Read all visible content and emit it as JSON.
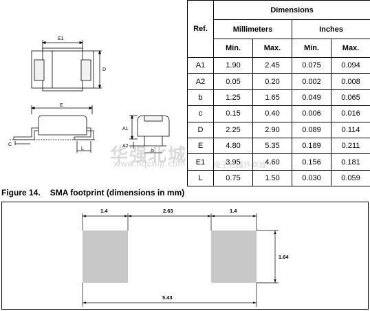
{
  "drawing": {
    "labels": {
      "E1": "E1",
      "D": "D",
      "E": "E",
      "A1": "A1",
      "A2": "A2",
      "C": "C",
      "L": "L",
      "b": "b"
    }
  },
  "table": {
    "header": {
      "ref": "Ref.",
      "dimensions": "Dimensions",
      "millimeters": "Millimeters",
      "inches": "Inches",
      "min": "Min.",
      "max": "Max."
    },
    "rows": [
      {
        "ref": "A1",
        "mm_min": "1.90",
        "mm_max": "2.45",
        "in_min": "0.075",
        "in_max": "0.094"
      },
      {
        "ref": "A2",
        "mm_min": "0.05",
        "mm_max": "0.20",
        "in_min": "0.002",
        "in_max": "0.008"
      },
      {
        "ref": "b",
        "mm_min": "1.25",
        "mm_max": "1.65",
        "in_min": "0.049",
        "in_max": "0.065"
      },
      {
        "ref": "c",
        "mm_min": "0.15",
        "mm_max": "0.40",
        "in_min": "0.006",
        "in_max": "0.016"
      },
      {
        "ref": "D",
        "mm_min": "2.25",
        "mm_max": "2.90",
        "in_min": "0.089",
        "in_max": "0.114"
      },
      {
        "ref": "E",
        "mm_min": "4.80",
        "mm_max": "5.35",
        "in_min": "0.189",
        "in_max": "0.211"
      },
      {
        "ref": "E1",
        "mm_min": "3.95",
        "mm_max": "4.60",
        "in_min": "0.156",
        "in_max": "0.181"
      },
      {
        "ref": "L",
        "mm_min": "0.75",
        "mm_max": "1.50",
        "in_min": "0.030",
        "in_max": "0.059"
      }
    ]
  },
  "watermark": {
    "brand": "华强北城",
    "url": "www.hqchip.com",
    "tagline": "电子元器件商城"
  },
  "figure": {
    "number": "Figure 14.",
    "title": "SMA footprint (dimensions in mm)"
  },
  "footprint": {
    "pad_width": "1.4",
    "gap": "2.63",
    "pad_width_right": "1.4",
    "pad_height": "1.64",
    "total_length": "5.43",
    "pad_color": "#c8c8c8"
  }
}
